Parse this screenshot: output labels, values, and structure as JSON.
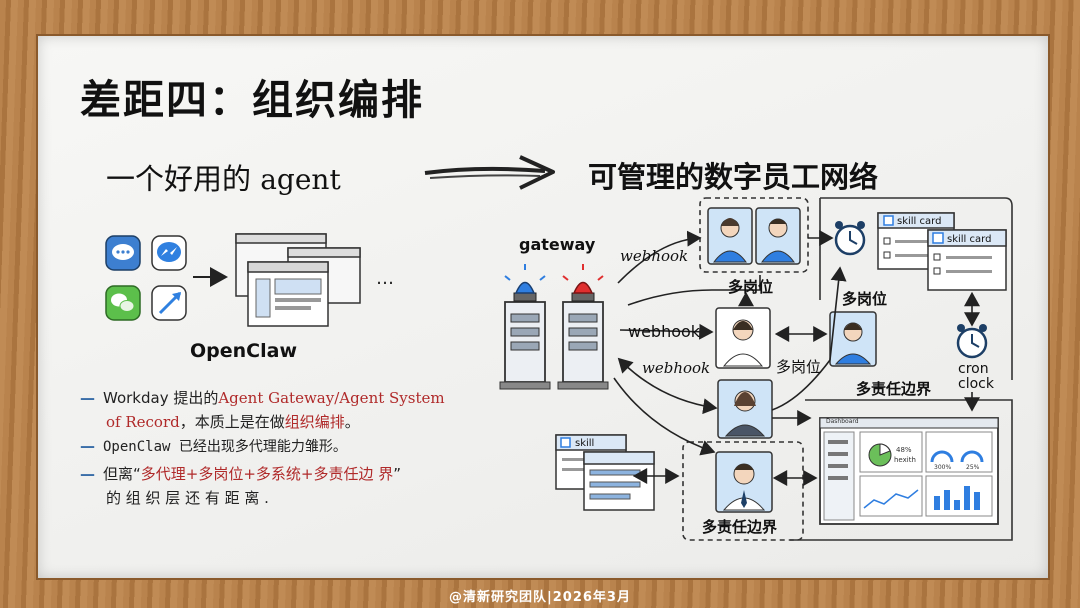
{
  "slide": {
    "title": "差距四：组织编排",
    "subtitle_left_cn": "一个好用的 ",
    "subtitle_left_en": "agent",
    "subtitle_right": "可管理的数字员工网络",
    "openclaw_label": "OpenClaw",
    "ellipsis": "…",
    "footer": "@清新研究团队|2026年3月"
  },
  "diagram": {
    "gateway_label": "gateway",
    "webhook_1": "webhook",
    "webhook_2": "webhook",
    "webhook_3": "webhook",
    "role_label_1": "多岗位",
    "role_label_2": "多岗位",
    "role_label_3": "多岗位",
    "responsibility_label_1": "多责任边界",
    "responsibility_label_2": "多责任边界",
    "cron": "cron",
    "clock": "clock",
    "skill_card_1": "skill card",
    "skill_card_2": "skill card",
    "skill_small": "skill",
    "dashboard_title": "Dashboard",
    "dash_health": "48%",
    "dash_health_word": "hexith",
    "dash_pct1": "300%",
    "dash_pct2": "25%"
  },
  "bullets": [
    {
      "seg1": "Workday 提出的",
      "seg2": "Agent  Gateway/Agent",
      "seg3": " System",
      "seg4": "of  Record",
      "seg5": "，本质上是在做",
      "seg6": "组织编排",
      "seg7": "。"
    },
    {
      "text": "OpenClaw 已经出现多代理能力雏形。"
    },
    {
      "seg1": "但离“",
      "seg2": "多代理+多岗位+多系统+多责任边 界",
      "seg3": "”",
      "seg4": "的 组 织 层 还 有 距 离 ."
    }
  ],
  "colors": {
    "accent_blue": "#3a6ea8",
    "accent_red": "#b02a2a",
    "frame_wood": "#b07a44"
  },
  "icons": [
    "chat-icon",
    "messenger-icon",
    "wechat-icon",
    "quill-icon",
    "siren-icon",
    "server-icon",
    "alarm-clock-icon",
    "avatar-icon",
    "gauge-icon",
    "bar-chart-icon"
  ]
}
